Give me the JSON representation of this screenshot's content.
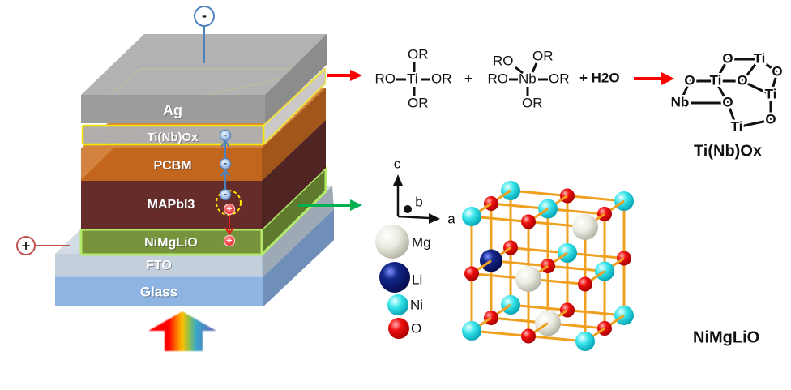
{
  "device_stack": {
    "layers": [
      {
        "id": "ag",
        "label": "Ag",
        "color": "#9c9c9c"
      },
      {
        "id": "ti-nb-ox",
        "label": "Ti(Nb)Ox",
        "color": "#aeaaa9"
      },
      {
        "id": "pcbm",
        "label": "PCBM",
        "color": "#c2651d"
      },
      {
        "id": "mapbi3",
        "label": "MAPbI3",
        "color": "#662c2a"
      },
      {
        "id": "nimglio",
        "label": "NiMgLiO",
        "color": "#77933c"
      },
      {
        "id": "fto",
        "label": "FTO",
        "color": "#c4cfdc"
      },
      {
        "id": "glass",
        "label": "Glass",
        "color": "#8db4e2"
      }
    ],
    "cathode_terminal": "-",
    "anode_terminal": "+",
    "electron_symbol": "-",
    "hole_symbol": "+",
    "colors": {
      "cathode": "#4f81bd",
      "anode": "#c0504d",
      "electron_arrow": "#4f81bd",
      "hole_arrow": "#e02020",
      "exciton_ring": "#ffe600",
      "etl_highlight": "#f2e600",
      "htl_highlight": "#b4ea6a"
    }
  },
  "callouts": {
    "etl_arrow_color": "#ff0000",
    "htl_arrow_color": "#00b050"
  },
  "reaction": {
    "ti_precursor": {
      "top": "OR",
      "left": "RO",
      "center": "Ti",
      "right": "OR",
      "bottom": "OR"
    },
    "plus": "+",
    "nb_precursor": {
      "upper_left": "RO",
      "upper_right": "OR",
      "left": "RO",
      "center": "Nb",
      "right": "OR",
      "bottom": "OR"
    },
    "water": "+ H2O",
    "arrow_color": "#ff0000",
    "product_cluster_atoms": [
      "O",
      "Ti",
      "O",
      "O",
      "Ti",
      "O",
      "Ti",
      "Nb",
      "O",
      "O",
      "Ti"
    ],
    "product_label": "Ti(Nb)Ox"
  },
  "crystal": {
    "axes": {
      "a": "a",
      "b": "b",
      "c": "c"
    },
    "legend": [
      {
        "species": "Mg",
        "label": "Mg",
        "color": "#ecece2"
      },
      {
        "species": "Li",
        "label": "Li",
        "color": "#14288a"
      },
      {
        "species": "Ni",
        "label": "Ni",
        "color": "#38e4ea"
      },
      {
        "species": "O",
        "label": "O",
        "color": "#f01010"
      }
    ],
    "lattice": {
      "sites_per_edge": 3,
      "structure": "rock-salt",
      "cation": "Ni",
      "anion": "O",
      "bond_color": "#f0a020",
      "substitutions": [
        {
          "site": [
            2,
            0,
            0
          ],
          "species": "Mg"
        },
        {
          "site": [
            1,
            0,
            1
          ],
          "species": "Mg"
        },
        {
          "site": [
            1,
            1,
            2
          ],
          "species": "Mg"
        },
        {
          "site": [
            0,
            1,
            1
          ],
          "species": "Li"
        }
      ]
    },
    "label": "NiMgLiO"
  }
}
